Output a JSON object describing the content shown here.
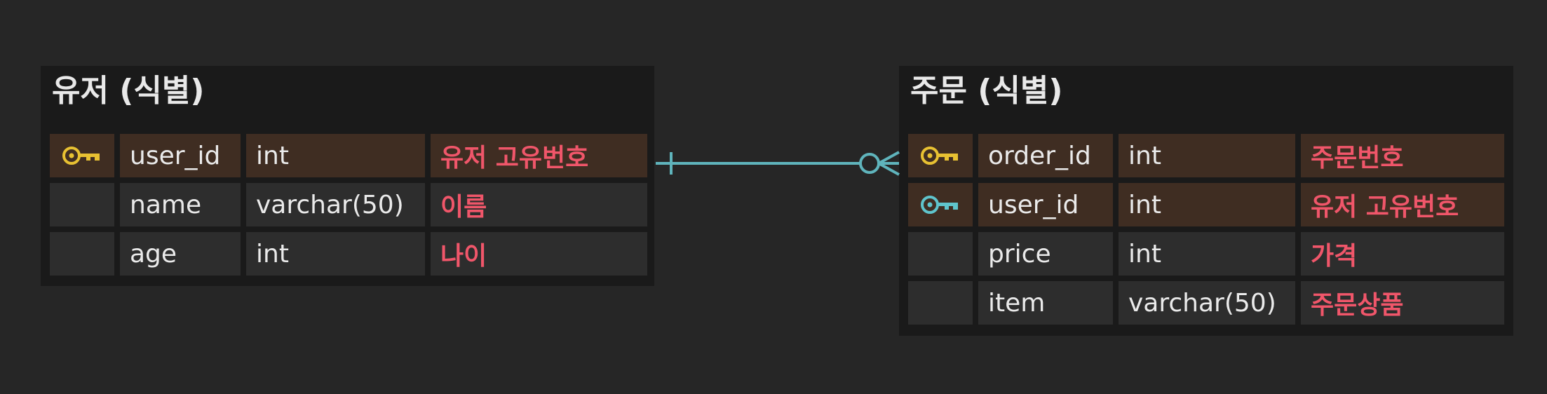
{
  "colors": {
    "background": "#262626",
    "entity_background": "#1a1a1a",
    "row_background": "#2d2d2d",
    "key_row_background": "#3f2d22",
    "comment_text": "#f0566a",
    "primary_key_icon": "#e8c132",
    "foreign_key_icon": "#5fc4cc",
    "relationship_line": "#5fb4bc"
  },
  "entities": [
    {
      "title": "유저 (식별)",
      "columns": [
        {
          "icon": "primary-key-icon",
          "name": "user_id",
          "type": "int",
          "comment": "유저 고유번호"
        },
        {
          "icon": "",
          "name": "name",
          "type": "varchar(50)",
          "comment": "이름"
        },
        {
          "icon": "",
          "name": "age",
          "type": "int",
          "comment": "나이"
        }
      ]
    },
    {
      "title": "주문 (식별)",
      "columns": [
        {
          "icon": "primary-key-icon",
          "name": "order_id",
          "type": "int",
          "comment": "주문번호"
        },
        {
          "icon": "foreign-key-icon",
          "name": "user_id",
          "type": "int",
          "comment": "유저 고유번호"
        },
        {
          "icon": "",
          "name": "price",
          "type": "int",
          "comment": "가격"
        },
        {
          "icon": "",
          "name": "item",
          "type": "varchar(50)",
          "comment": "주문상품"
        }
      ]
    }
  ],
  "relationship": {
    "from": "유저 (식별)",
    "to": "주문 (식별)",
    "from_cardinality": "one",
    "to_cardinality": "zero-or-many"
  }
}
